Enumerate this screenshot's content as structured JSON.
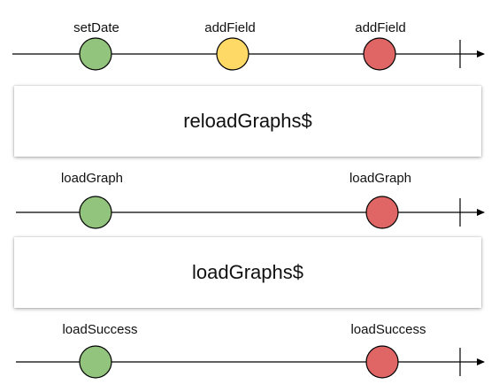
{
  "colors": {
    "green": "#93c47d",
    "yellow": "#ffd966",
    "red": "#e06666",
    "stroke": "#000000"
  },
  "stream_1": {
    "events": [
      {
        "label": "setDate",
        "color": "green"
      },
      {
        "label": "addField",
        "color": "yellow"
      },
      {
        "label": "addField",
        "color": "red"
      }
    ]
  },
  "operator_1": {
    "label": "reloadGraphs$"
  },
  "stream_2": {
    "events": [
      {
        "label": "loadGraph",
        "color": "green"
      },
      {
        "label": "loadGraph",
        "color": "red"
      }
    ]
  },
  "operator_2": {
    "label": "loadGraphs$"
  },
  "stream_3": {
    "events": [
      {
        "label": "loadSuccess",
        "color": "green"
      },
      {
        "label": "loadSuccess",
        "color": "red"
      }
    ]
  }
}
